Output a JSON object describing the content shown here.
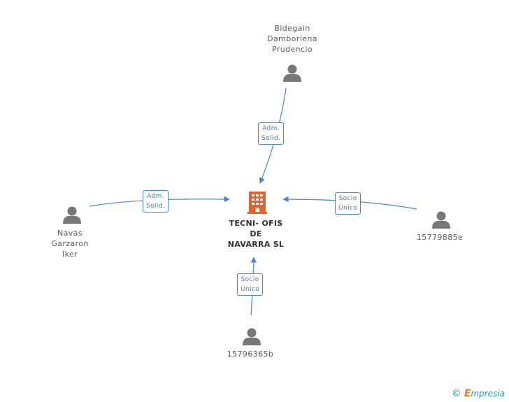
{
  "diagram": {
    "center": {
      "name_lines": [
        "TECNI- OFIS",
        "DE",
        "NAVARRA SL"
      ],
      "icon": "building-icon",
      "color": "#e8602c"
    },
    "persons": [
      {
        "id": "top",
        "name_lines": [
          "Bidegain",
          "Damboriena",
          "Prudencio"
        ],
        "icon": "person-icon"
      },
      {
        "id": "left",
        "name_lines": [
          "Navas",
          "Garzaron",
          "Iker"
        ],
        "icon": "person-icon"
      },
      {
        "id": "right",
        "name_lines": [
          "15779885e"
        ],
        "icon": "person-icon"
      },
      {
        "id": "bottom",
        "name_lines": [
          "15796365b"
        ],
        "icon": "person-icon"
      }
    ],
    "edges": [
      {
        "from": "top",
        "label_lines": [
          "Adm.",
          "Solid."
        ]
      },
      {
        "from": "left",
        "label_lines": [
          "Adm.",
          "Solid."
        ]
      },
      {
        "from": "right",
        "label_lines": [
          "Socio",
          "Único"
        ]
      },
      {
        "from": "bottom",
        "label_lines": [
          "Socio",
          "Único"
        ]
      }
    ],
    "edge_color": "#4a86c8",
    "person_color": "#777777"
  },
  "footer": {
    "copyright_symbol": "©",
    "brand_initial": "E",
    "brand_rest": "mpresia"
  }
}
